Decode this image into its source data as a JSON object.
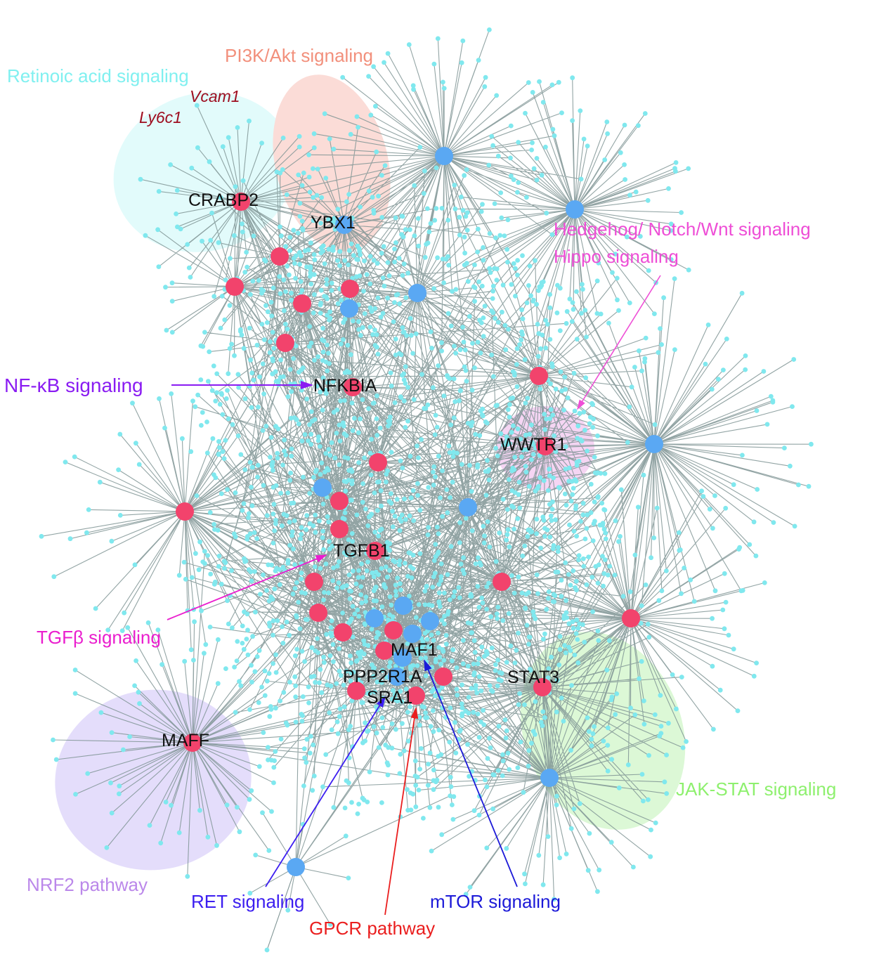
{
  "node_labels": {
    "crabp2": "CRABP2",
    "ybx1": "YBX1",
    "nfkbia": "NFKBIA",
    "wwtr1": "WWTR1",
    "tgfb1": "TGFB1",
    "maf1": "MAF1",
    "ppp2r1a": "PPP2R1A",
    "sra1": "SRA1",
    "stat3": "STAT3",
    "maff": "MAFF"
  },
  "gene_labels": {
    "vcam1": "Vcam1",
    "ly6c1": "Ly6c1"
  },
  "pathway_labels": {
    "retinoic": "Retinoic acid signaling",
    "pi3k": "PI3K/Akt signaling",
    "hedgehog": "Hedgehog/ Notch/Wnt signaling",
    "hippo": "Hippo signaling",
    "nfkb": "NF-κB signaling",
    "tgfb": "TGFβ signaling",
    "nrf2": "NRF2 pathway",
    "ret": "RET signaling",
    "gpcr": "GPCR pathway",
    "mtor": "mTOR signaling",
    "jakstat": "JAK-STAT signaling"
  },
  "colors": {
    "edge": "#7f9494",
    "leaf_node": "#80e8ee",
    "hub_red": "#f2436c",
    "hub_blue": "#5aa8f3",
    "node_label": "#111111",
    "gene_label": "#9e0e20",
    "retinoic": "#80f0f0",
    "pi3k": "#f2907c",
    "hedgehog": "#ee4ed6",
    "nfkb": "#8a1cf2",
    "tgfb": "#ea1ece",
    "nrf2": "#bb88ea",
    "ret": "#3c1ef0",
    "gpcr": "#ea1e1e",
    "mtor": "#1c1ad8",
    "jakstat": "#8ef06e",
    "region_retinoic": "#e2fbfb",
    "region_pi3k": "#fbdcd7",
    "region_hippo": "#f5d5f3",
    "region_nrf2": "#e4ddfb",
    "region_jakstat": "#dcf8d6"
  }
}
